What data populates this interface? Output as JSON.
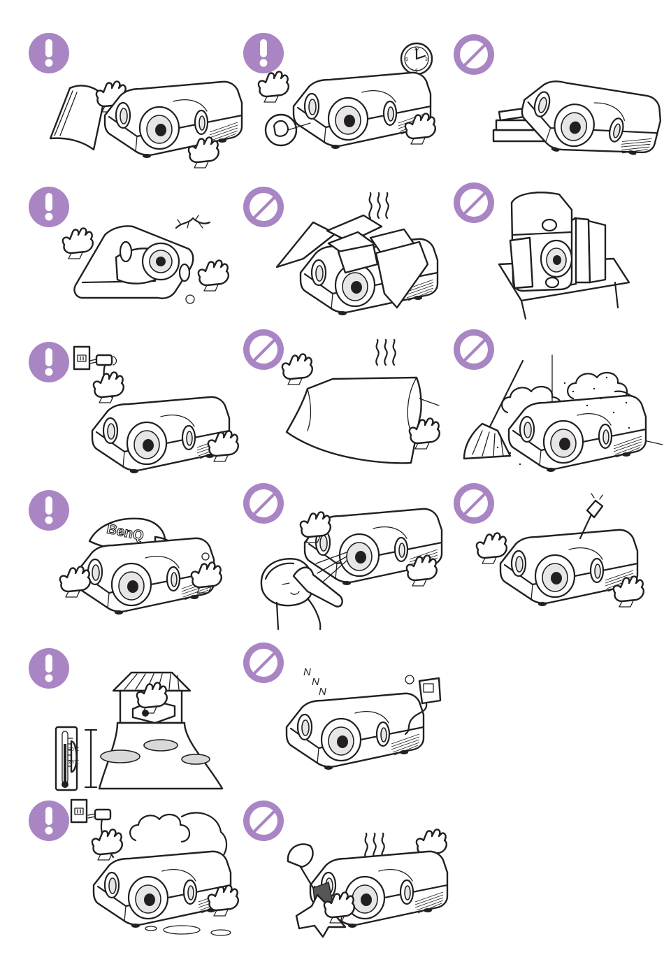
{
  "colors": {
    "badge_purple": "#a985c4",
    "ink": "#231f20",
    "paper": "#ffffff",
    "shade_light": "#e6e6e6",
    "shade_mid": "#bdbdbd"
  },
  "panels": [
    {
      "badge": "caution",
      "icon": "exclamation-icon",
      "scene": "projector-holding-manual"
    },
    {
      "badge": "caution",
      "icon": "exclamation-icon",
      "scene": "projector-lamp-hours-clock"
    },
    {
      "badge": "prohibited",
      "icon": "prohibition-icon",
      "scene": "projector-tilted-on-books"
    },
    {
      "badge": "caution",
      "icon": "exclamation-icon",
      "scene": "projector-upright-with-gecko"
    },
    {
      "badge": "prohibited",
      "icon": "prohibition-icon",
      "scene": "projector-buried-under-papers"
    },
    {
      "badge": "prohibited",
      "icon": "prohibition-icon",
      "scene": "projector-enclosed-in-bookshelf"
    },
    {
      "badge": "caution",
      "icon": "exclamation-icon",
      "scene": "projector-unplugged"
    },
    {
      "badge": "prohibited",
      "icon": "prohibition-icon",
      "scene": "projector-covered-with-cloth"
    },
    {
      "badge": "prohibited",
      "icon": "prohibition-icon",
      "scene": "projector-in-dusty-room"
    },
    {
      "badge": "caution",
      "icon": "exclamation-icon",
      "scene": "projector-wearing-cap"
    },
    {
      "badge": "prohibited",
      "icon": "prohibition-icon",
      "scene": "person-staring-into-lens"
    },
    {
      "badge": "prohibited",
      "icon": "prohibition-icon",
      "scene": "projector-opened-with-screwdriver"
    },
    {
      "badge": "caution",
      "icon": "exclamation-icon",
      "scene": "projector-altitude-temperature"
    },
    {
      "badge": "prohibited",
      "icon": "prohibition-icon",
      "scene": "projector-sleeping-plugged"
    },
    {
      "badge": "caution",
      "icon": "exclamation-icon",
      "scene": "projector-in-humid-smoke"
    },
    {
      "badge": "prohibited",
      "icon": "prohibition-icon",
      "scene": "projector-hot-vents-hands"
    }
  ],
  "clock": {
    "n12": "12",
    "n3": "3",
    "n6": "6",
    "n9": "9"
  },
  "cap_logo": "BenQ",
  "thermometer": {
    "high": "30℃",
    "low": "23℃"
  },
  "sleep": {
    "z1": "N",
    "z2": "N",
    "z3": "N"
  }
}
